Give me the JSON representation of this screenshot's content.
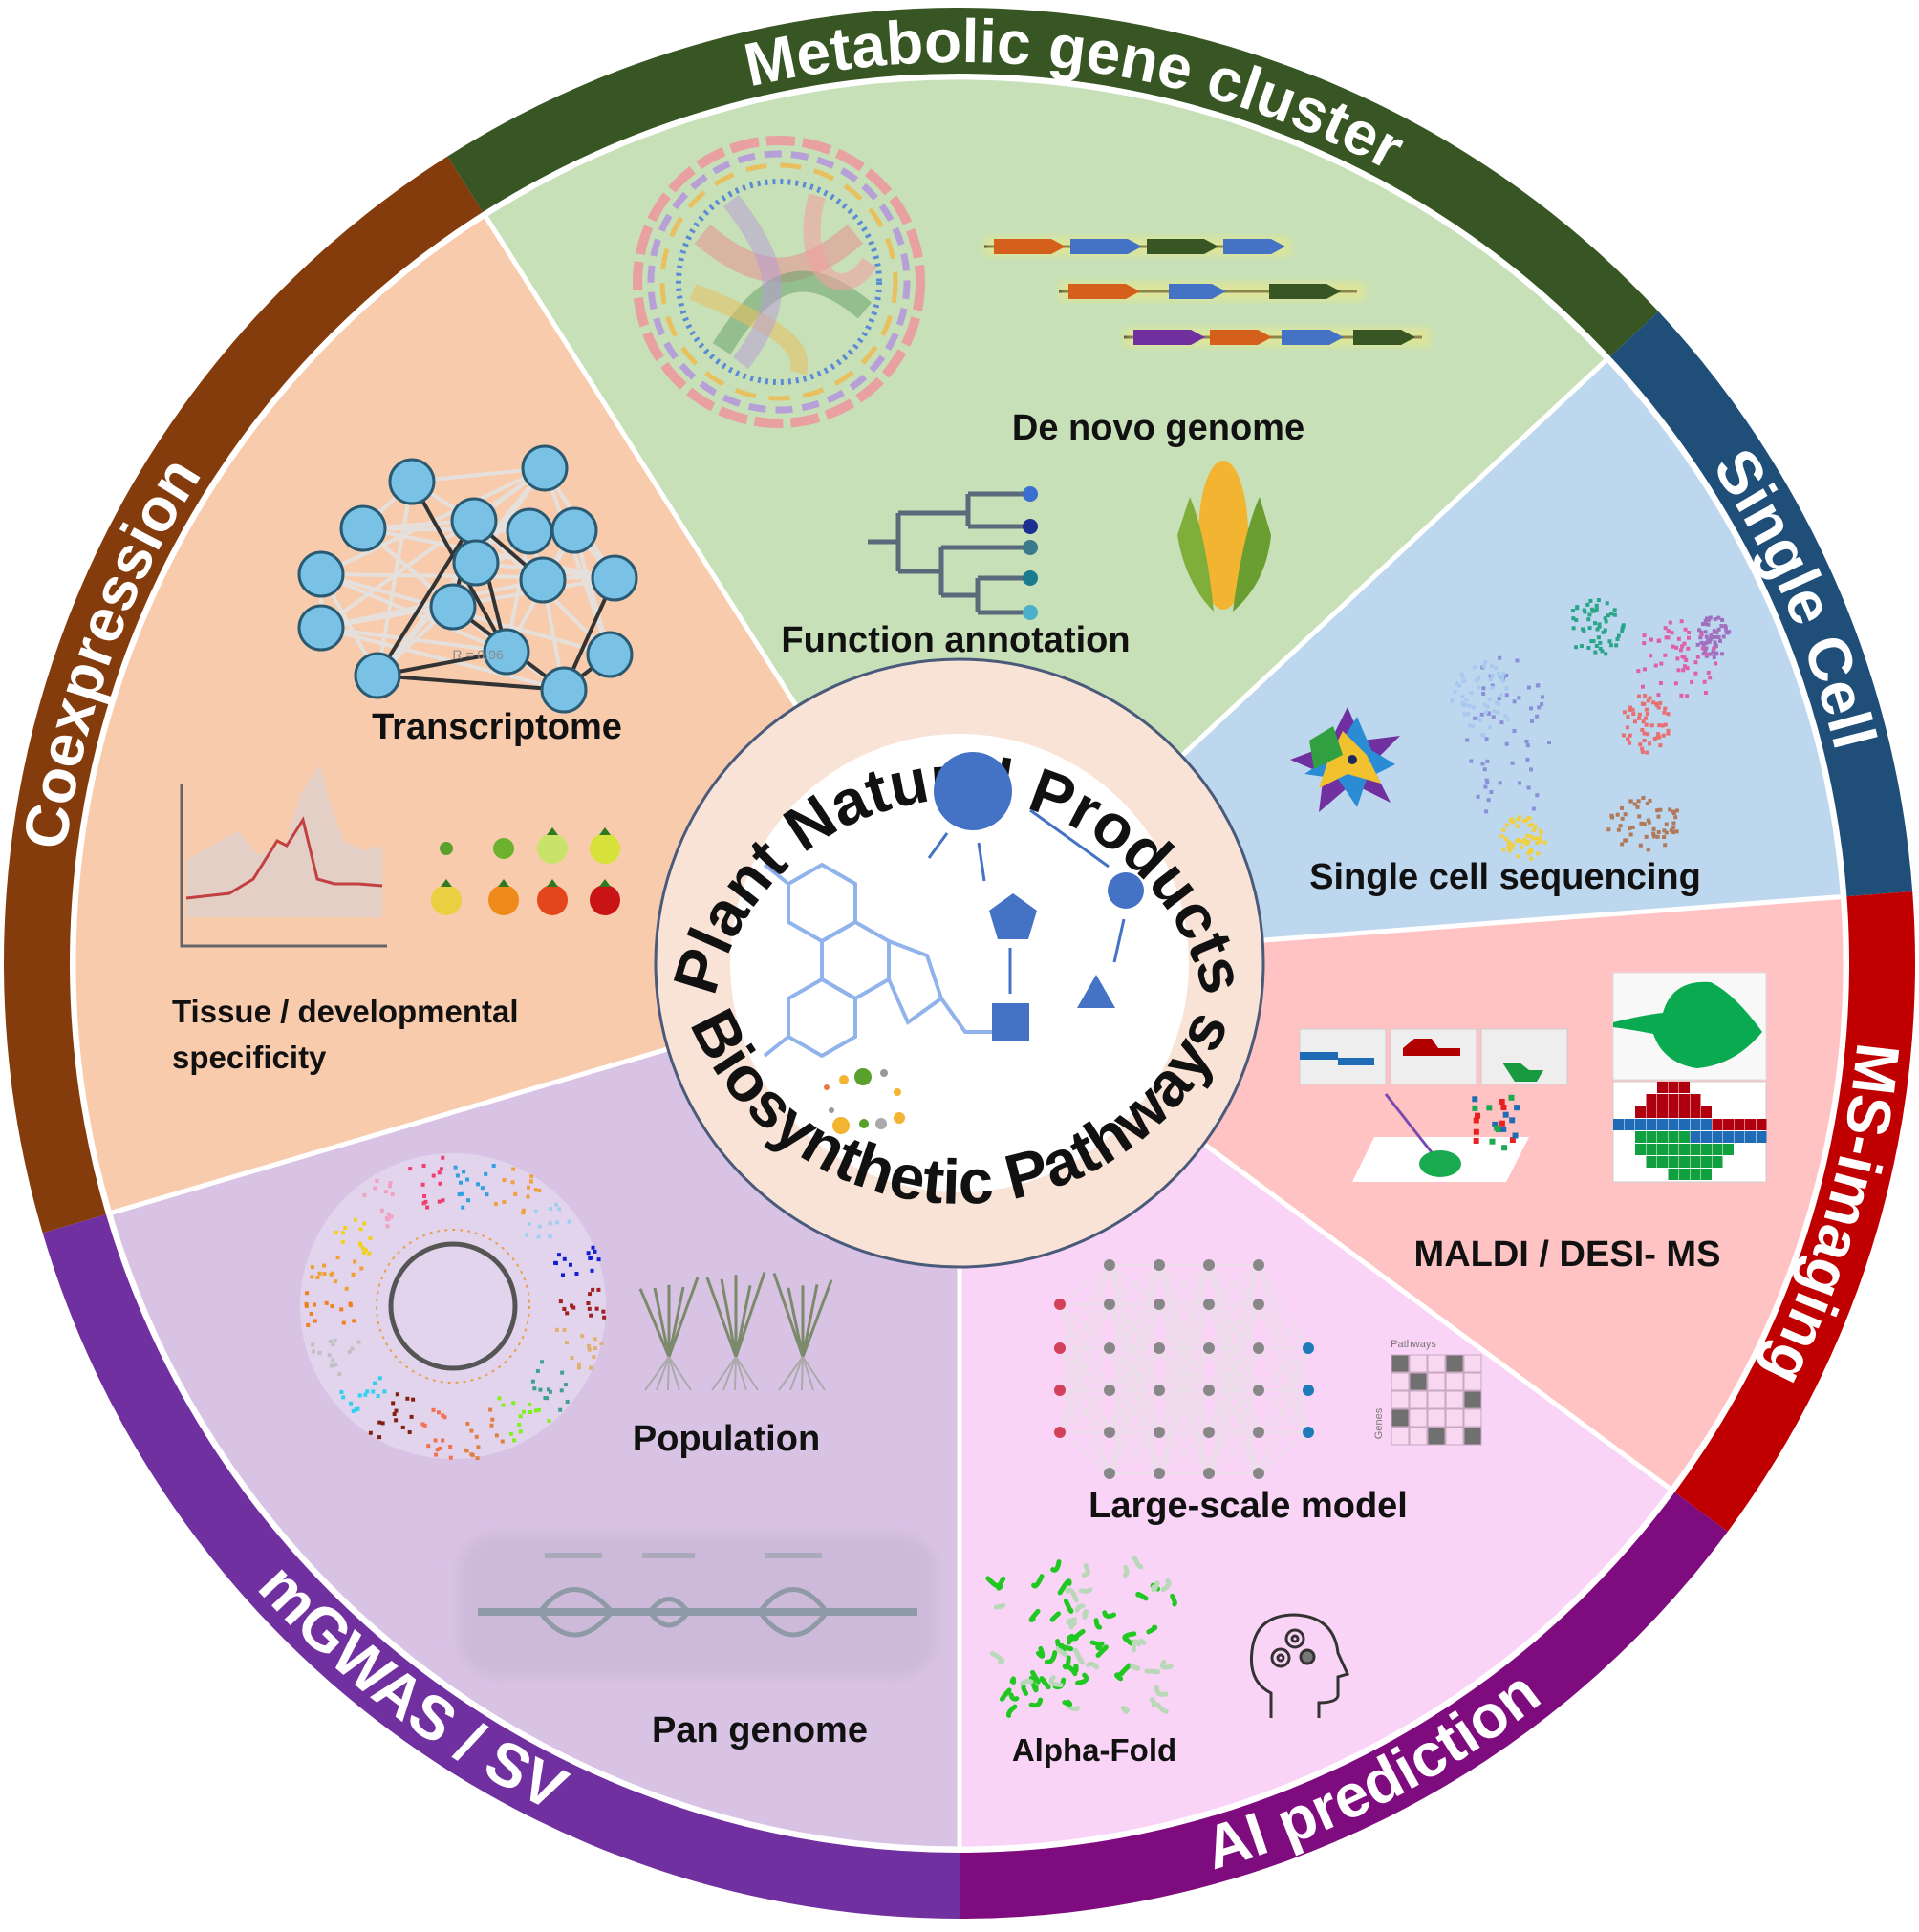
{
  "title": "Plant Natural Products Biosynthetic Pathways",
  "center": {
    "top_text": "Plant Natural Products",
    "bottom_text": "Biosynthetic Pathways",
    "colors": {
      "ring": "#f9e3d6",
      "shapes": "#4472c4",
      "border": "#4a5a7a"
    }
  },
  "sectors": [
    {
      "id": "metabolic",
      "ring_label": "Metabolic gene cluster",
      "ring_color": "#375623",
      "fill_color": "#c7e0b8",
      "items": [
        {
          "label": "De novo genome",
          "icon": "circos-plot-icon"
        },
        {
          "label": "Function annotation",
          "icon": "phylogenetic-tree-icon"
        },
        {
          "label": "",
          "icon": "gene-cluster-arrows-icon"
        },
        {
          "label": "",
          "icon": "corn-icon"
        }
      ]
    },
    {
      "id": "single-cell",
      "ring_label": "Single Cell",
      "ring_color": "#1f4e79",
      "fill_color": "#bdd7ee",
      "items": [
        {
          "label": "Single cell sequencing",
          "icon": "umap-cluster-icon"
        },
        {
          "label": "",
          "icon": "cell-aggregate-icon"
        }
      ]
    },
    {
      "id": "ms-imaging",
      "ring_label": "MS-imaging",
      "ring_color": "#c00000",
      "fill_color": "#ffc3c3",
      "items": [
        {
          "label": "MALDI / DESI- MS",
          "icon": "mass-spec-imaging-icon"
        },
        {
          "label": "",
          "icon": "leaf-pixel-grid-icon"
        }
      ]
    },
    {
      "id": "ai",
      "ring_label": "AI prediction",
      "ring_color": "#7f0c7f",
      "fill_color": "#fad4f6",
      "items": [
        {
          "label": "Large-scale model",
          "icon": "neural-network-icon"
        },
        {
          "label": "Pathways",
          "icon": "gene-pathway-matrix-icon"
        },
        {
          "label": "Genes",
          "icon": "matrix-axis-label"
        },
        {
          "label": "Alpha-Fold",
          "icon": "protein-structure-icon"
        },
        {
          "label": "",
          "icon": "head-gears-icon"
        }
      ]
    },
    {
      "id": "mgwas",
      "ring_label": "mGWAS / SV",
      "ring_color": "#7030a0",
      "fill_color": "#d9c3e5",
      "items": [
        {
          "label": "Population",
          "icon": "circular-manhattan-icon"
        },
        {
          "label": "",
          "icon": "plant-population-icon"
        },
        {
          "label": "Pan genome",
          "icon": "structural-variant-icon"
        }
      ]
    },
    {
      "id": "coexpression",
      "ring_label": "Coexpression",
      "ring_color": "#843c0c",
      "fill_color": "#f8cbad",
      "items": [
        {
          "label": "Transcriptome",
          "icon": "gene-network-icon"
        },
        {
          "label": "Tissue / developmental specificity",
          "label_lines": [
            "Tissue / developmental",
            "specificity"
          ],
          "icon": "expression-profile-icon"
        },
        {
          "label": "",
          "icon": "tomato-ripening-icon"
        }
      ]
    }
  ],
  "network_annotation": "R = 0.96",
  "tomato_colors": [
    "#5aa02c",
    "#6cb22e",
    "#c9e36a",
    "#d6e23a",
    "#e8d040",
    "#ee8a1a",
    "#e2461a",
    "#c81414"
  ]
}
